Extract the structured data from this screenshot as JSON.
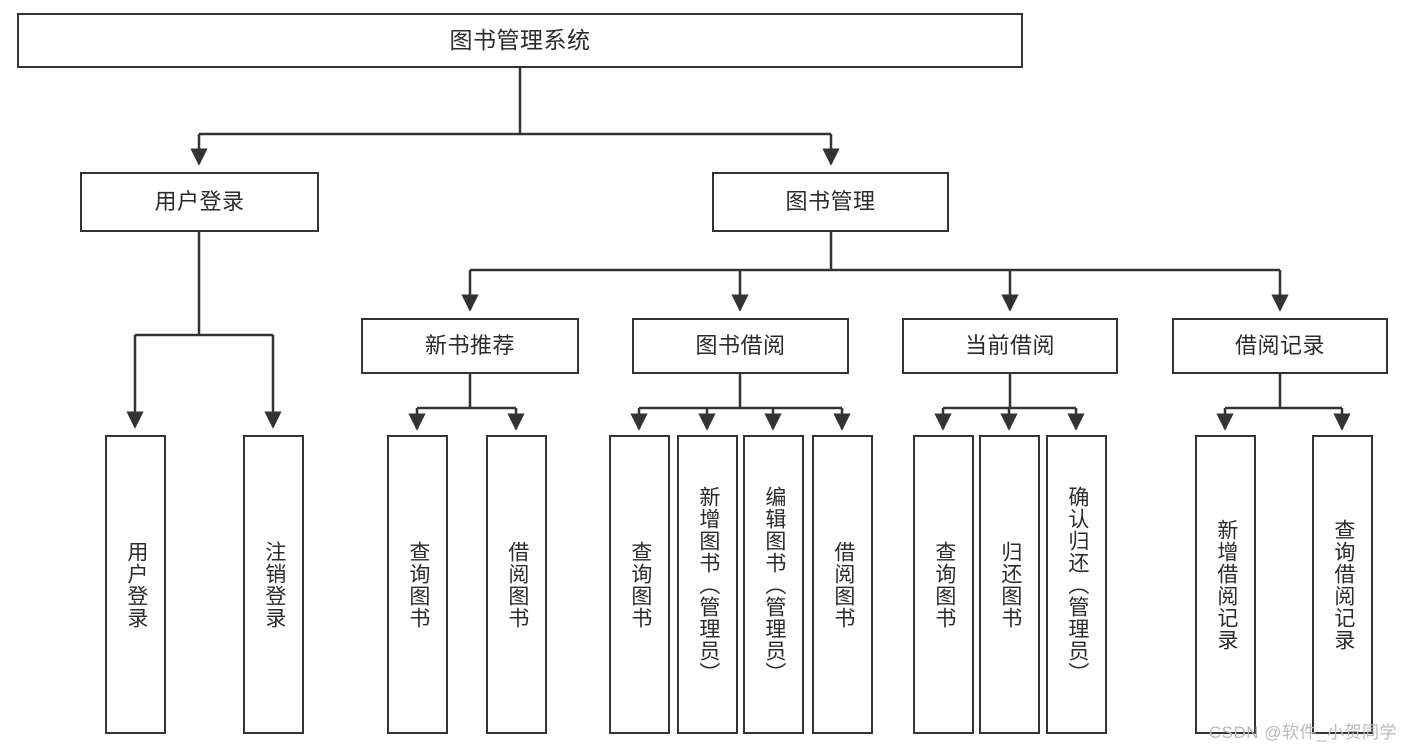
{
  "diagram": {
    "title": "图书管理系统",
    "watermark": "CSDN @软件_小贺同学",
    "line_color": "#333333",
    "box_fill": "#ffffff",
    "text_color": "#2b2b2b",
    "watermark_color": "#b9b9b9",
    "root": {
      "label": "图书管理系统"
    },
    "level1": [
      {
        "label": "用户登录"
      },
      {
        "label": "图书管理"
      }
    ],
    "level2": [
      {
        "label": "新书推荐"
      },
      {
        "label": "图书借阅"
      },
      {
        "label": "当前借阅"
      },
      {
        "label": "借阅记录"
      }
    ],
    "leaves": {
      "user_login": [
        {
          "label": "用户登录"
        },
        {
          "label": "注销登录"
        }
      ],
      "new_book_recommend": [
        {
          "label": "查询图书"
        },
        {
          "label": "借阅图书"
        }
      ],
      "book_borrow": [
        {
          "label": "查询图书"
        },
        {
          "label": "新增图书（管理员）"
        },
        {
          "label": "编辑图书（管理员）"
        },
        {
          "label": "借阅图书"
        }
      ],
      "current_borrow": [
        {
          "label": "查询图书"
        },
        {
          "label": "归还图书"
        },
        {
          "label": "确认归还（管理员）"
        }
      ],
      "borrow_record": [
        {
          "label": "新增借阅记录"
        },
        {
          "label": "查询借阅记录"
        }
      ]
    }
  }
}
